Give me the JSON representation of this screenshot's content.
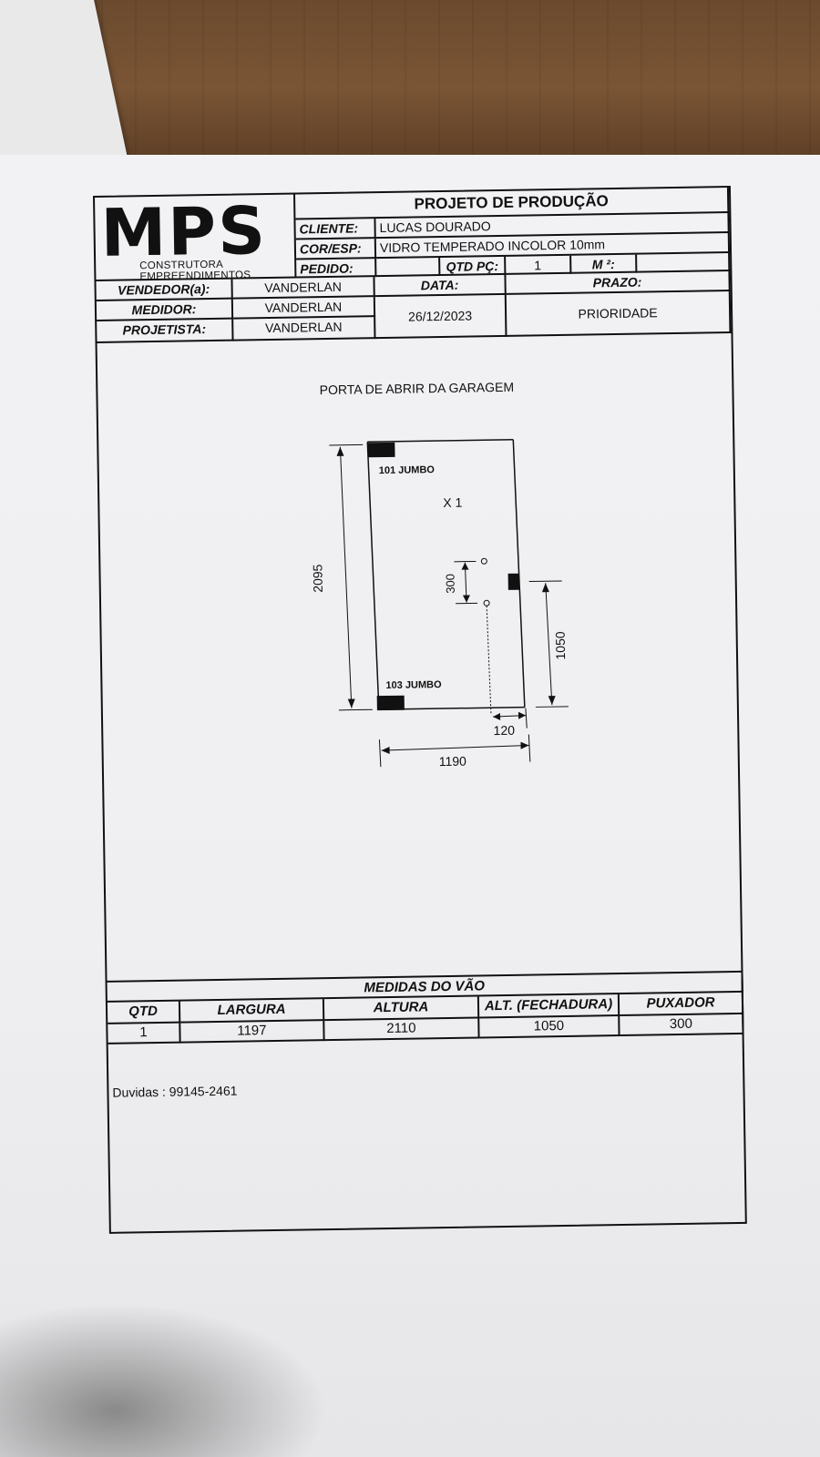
{
  "header": {
    "title": "PROJETO DE PRODUÇÃO",
    "logo_text": "MPS",
    "logo_subtitle": "CONSTRUTORA EMPREENDIMENTOS",
    "cliente_label": "CLIENTE:",
    "cliente_value": "LUCAS DOURADO",
    "cor_label": "COR/ESP:",
    "cor_value": "VIDRO TEMPERADO INCOLOR 10mm",
    "pedido_label": "PEDIDO:",
    "qtd_pc_label": "QTD PÇ:",
    "qtd_pc_value": "1",
    "m2_label": "M ²:",
    "vendedor_label": "VENDEDOR(a):",
    "vendedor_value": "VANDERLAN",
    "medidor_label": "MEDIDOR:",
    "medidor_value": "VANDERLAN",
    "projetista_label": "PROJETISTA:",
    "projetista_value": "VANDERLAN",
    "data_label": "DATA:",
    "data_value": "26/12/2023",
    "prazo_label": "PRAZO:",
    "prazo_value": "PRIORIDADE"
  },
  "drawing": {
    "caption": "PORTA DE ABRIR DA GARAGEM",
    "top_hardware": "101 JUMBO",
    "bottom_hardware": "103 JUMBO",
    "quantity_mark": "X 1",
    "height_dim": "2095",
    "handle_dim": "300",
    "lock_height_dim": "1050",
    "lock_offset_dim": "120",
    "width_dim": "1190"
  },
  "medidas": {
    "title": "MEDIDAS DO VÃO",
    "headers": [
      "QTD",
      "LARGURA",
      "ALTURA",
      "ALT. (FECHADURA)",
      "PUXADOR"
    ],
    "row": [
      "1",
      "1197",
      "2110",
      "1050",
      "300"
    ]
  },
  "footer": {
    "note": "Duvidas : 99145-2461"
  }
}
